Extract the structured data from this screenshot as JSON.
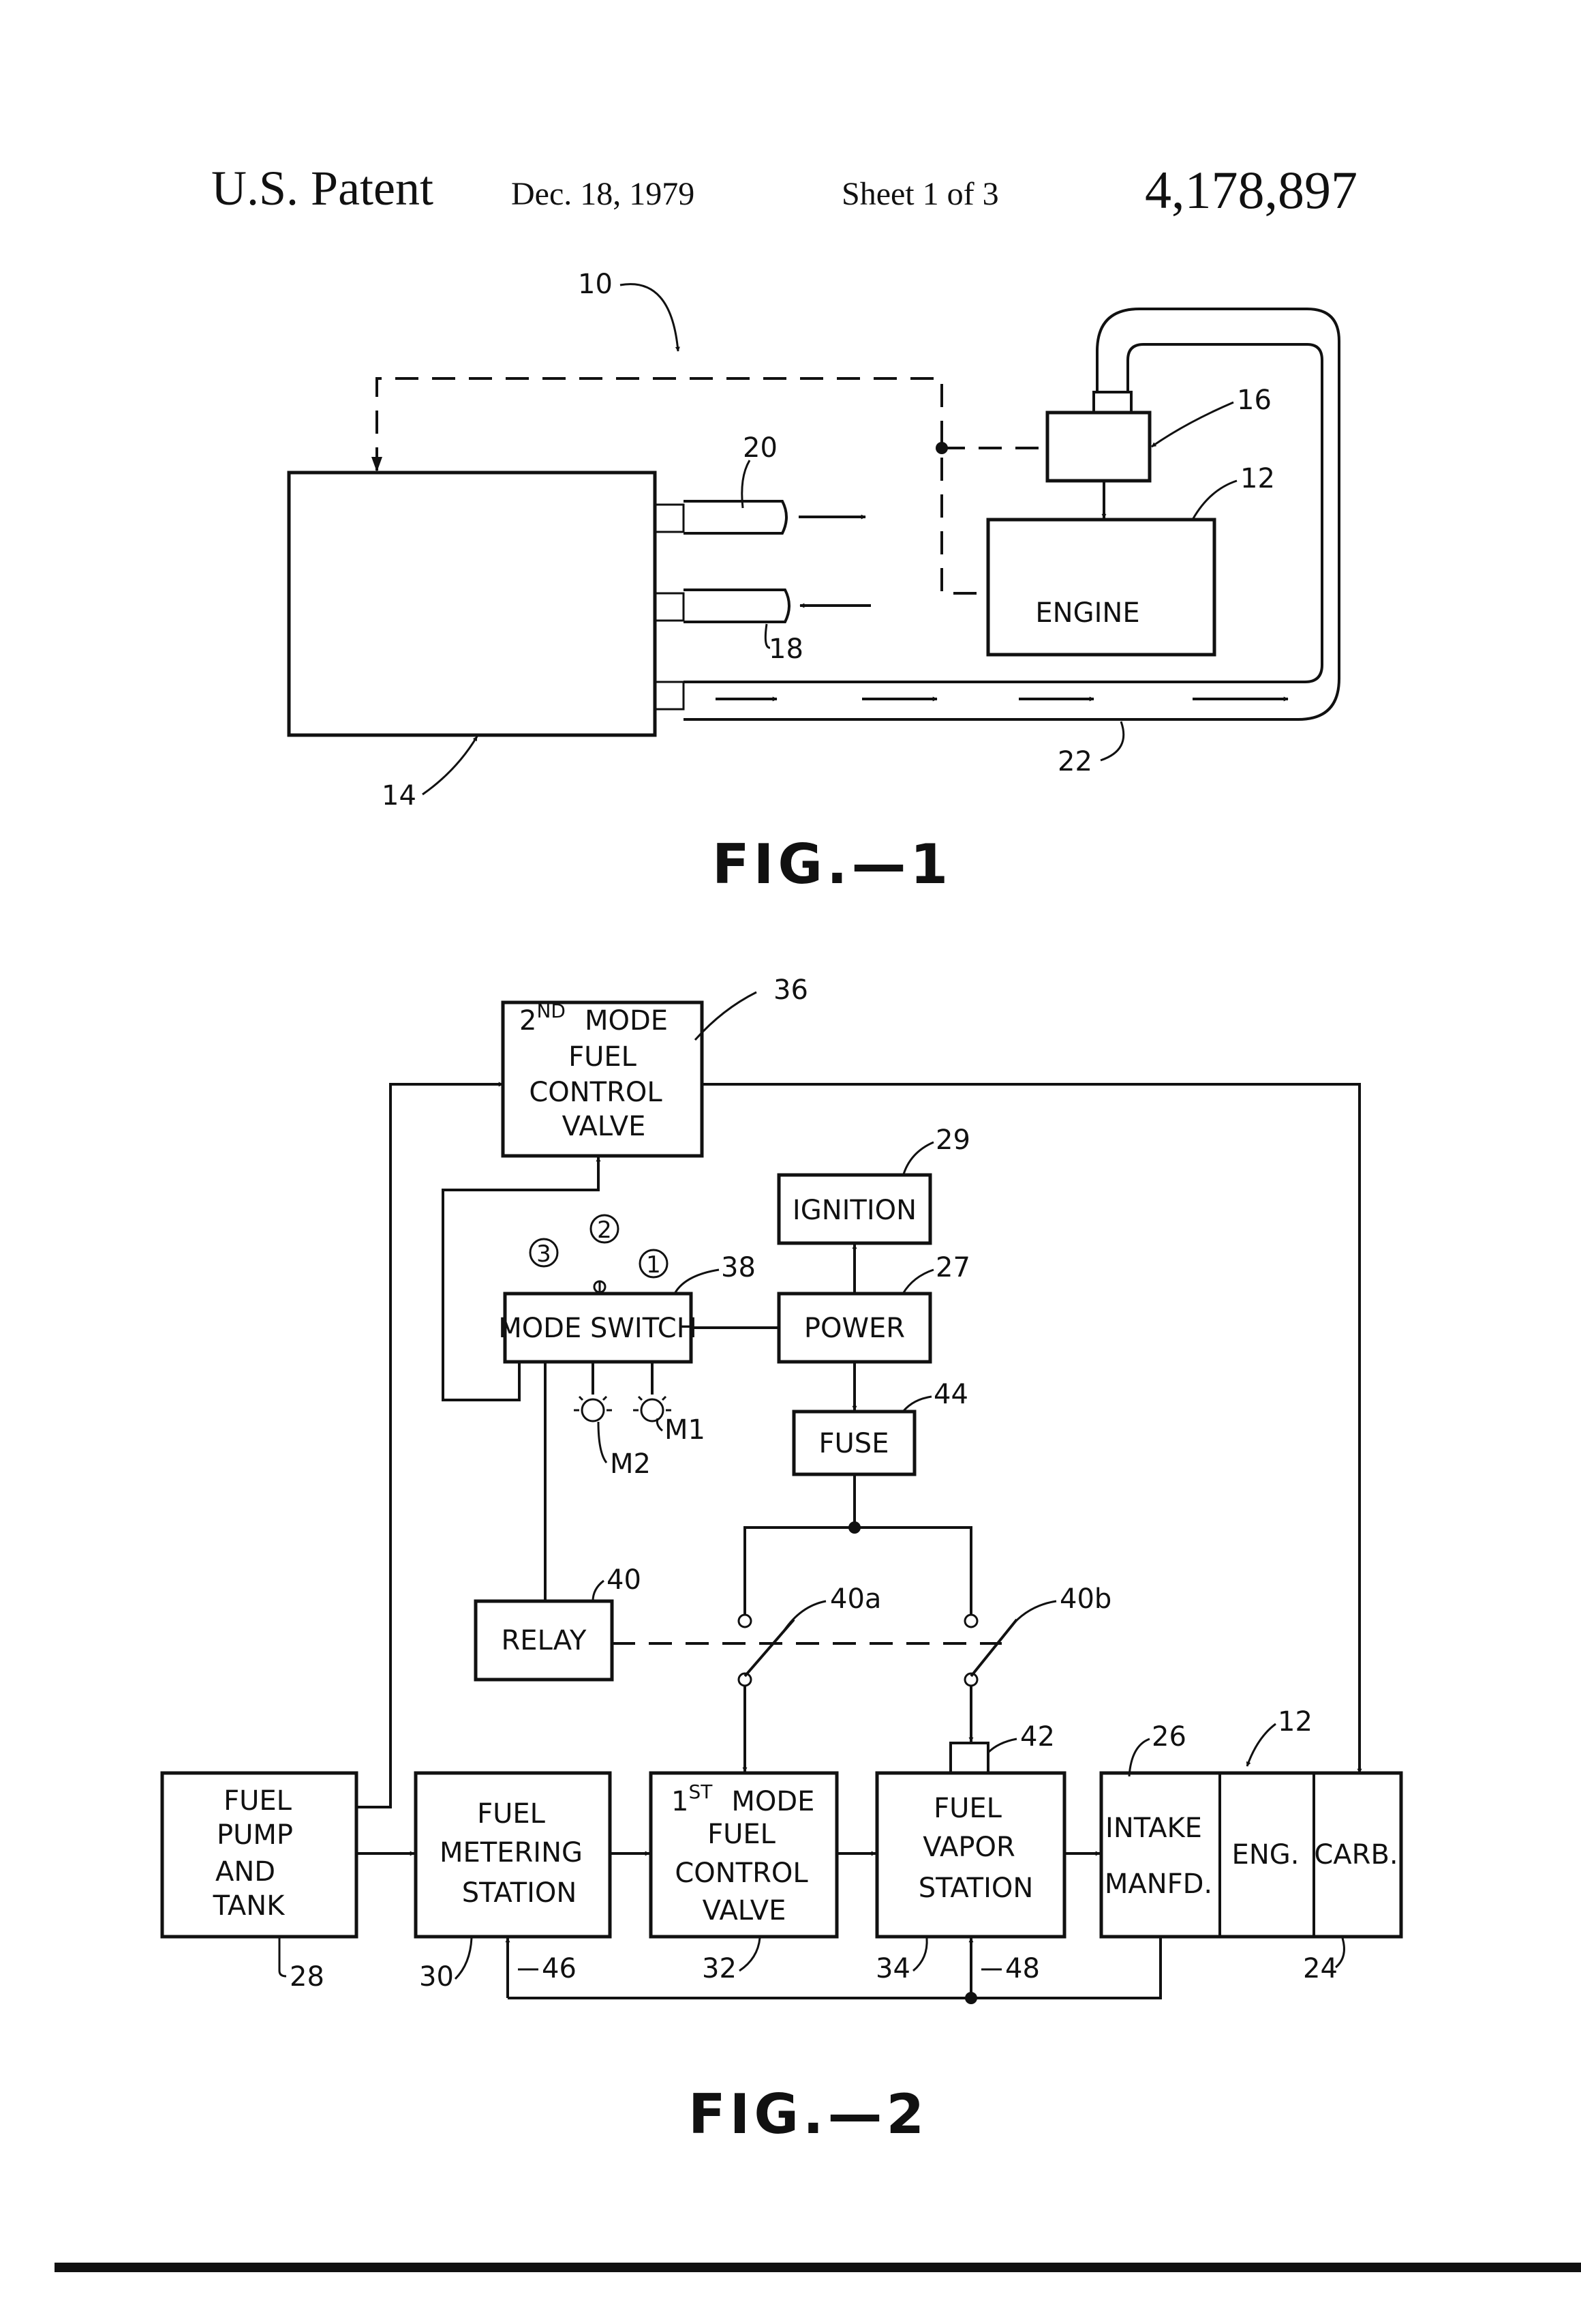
{
  "header": {
    "title": "U.S. Patent",
    "date": "Dec. 18, 1979",
    "sheet": "Sheet 1 of 3",
    "number": "4,178,897"
  },
  "fig1": {
    "caption": "FIG.—1",
    "engine_label": "ENGINE",
    "refs": {
      "r10": "10",
      "r12": "12",
      "r14": "14",
      "r16": "16",
      "r18": "18",
      "r20": "20",
      "r22": "22"
    }
  },
  "fig2": {
    "caption": "FIG.—2",
    "second_mode_valve": {
      "ord": "2",
      "sup": "ND",
      "l1": "MODE",
      "l2": "FUEL",
      "l3": "CONTROL",
      "l4": "VALVE"
    },
    "ignition": "IGNITION",
    "mode_switch": "MODE SWITCH",
    "power": "POWER",
    "fuse": "FUSE",
    "relay": "RELAY",
    "fuel_pump": {
      "l1": "FUEL",
      "l2": "PUMP",
      "l3": "AND",
      "l4": "TANK"
    },
    "metering": {
      "l1": "FUEL",
      "l2": "METERING",
      "l3": "STATION"
    },
    "first_mode_valve": {
      "ord": "1",
      "sup": "ST",
      "l1": "MODE",
      "l2": "FUEL",
      "l3": "CONTROL",
      "l4": "VALVE"
    },
    "vapor": {
      "l1": "FUEL",
      "l2": "VAPOR",
      "l3": "STATION"
    },
    "intake": {
      "l1": "INTAKE",
      "l2": "MANFD."
    },
    "eng": "ENG.",
    "carb": "CARB.",
    "positions": {
      "p1": "1",
      "p2": "2",
      "p3": "3"
    },
    "lamps": {
      "m1": "M1",
      "m2": "M2"
    },
    "refs": {
      "r12": "12",
      "r24": "24",
      "r26": "26",
      "r27": "27",
      "r28": "28",
      "r29": "29",
      "r30": "30",
      "r32": "32",
      "r34": "34",
      "r36": "36",
      "r38": "38",
      "r40": "40",
      "r40a": "40a",
      "r40b": "40b",
      "r42": "42",
      "r44": "44",
      "r46": "46",
      "r48": "48"
    }
  }
}
